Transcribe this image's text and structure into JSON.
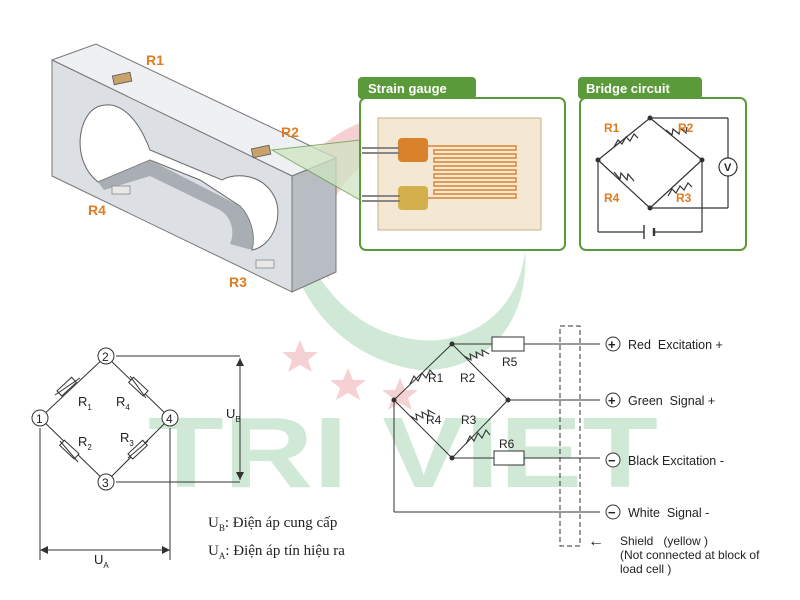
{
  "load_cell": {
    "labels": {
      "r1": "R1",
      "r2": "R2",
      "r3": "R3",
      "r4": "R4"
    }
  },
  "strain_gauge_panel": {
    "title": "Strain gauge"
  },
  "bridge_panel": {
    "title": "Bridge circuit",
    "labels": {
      "r1": "R1",
      "r2": "R2",
      "r3": "R3",
      "r4": "R4",
      "meter": "V"
    }
  },
  "diamond_bridge": {
    "nodes": {
      "n1": "1",
      "n2": "2",
      "n3": "3",
      "n4": "4"
    },
    "resistors": {
      "r1": "R",
      "r1_sub": "1",
      "r2": "R",
      "r2_sub": "2",
      "r3": "R",
      "r3_sub": "3",
      "r4": "R",
      "r4_sub": "4"
    },
    "ub": "U",
    "ub_sub": "B",
    "ua": "U",
    "ua_sub": "A"
  },
  "legend": {
    "ub_symbol": "U",
    "ub_sub": "B",
    "ub_text": ": Điện áp cung cấp",
    "ua_symbol": "U",
    "ua_sub": "A",
    "ua_text": ": Điện áp tín hiệu ra"
  },
  "wiring": {
    "resistors": {
      "r1": "R1",
      "r2": "R2",
      "r3": "R3",
      "r4": "R4",
      "r5": "R5",
      "r6": "R6"
    },
    "terminals": [
      {
        "symbol": "+",
        "label": "Red  Excitation +"
      },
      {
        "symbol": "+",
        "label": "Green  Signal +"
      },
      {
        "symbol": "−",
        "label": "Black Excitation -"
      },
      {
        "symbol": "−",
        "label": "White  Signal -"
      }
    ],
    "shield_note": {
      "arrow": "←",
      "line1": "Shield   (yellow )",
      "line2": "(Not connected at block of",
      "line3": "load cell )"
    }
  },
  "watermark": {
    "text": "TRI VIET"
  },
  "colors": {
    "accent_orange": "#e07b1f",
    "panel_green": "#5a9a3a",
    "watermark_green": "#2e9a4a",
    "watermark_red": "#d9343a"
  }
}
